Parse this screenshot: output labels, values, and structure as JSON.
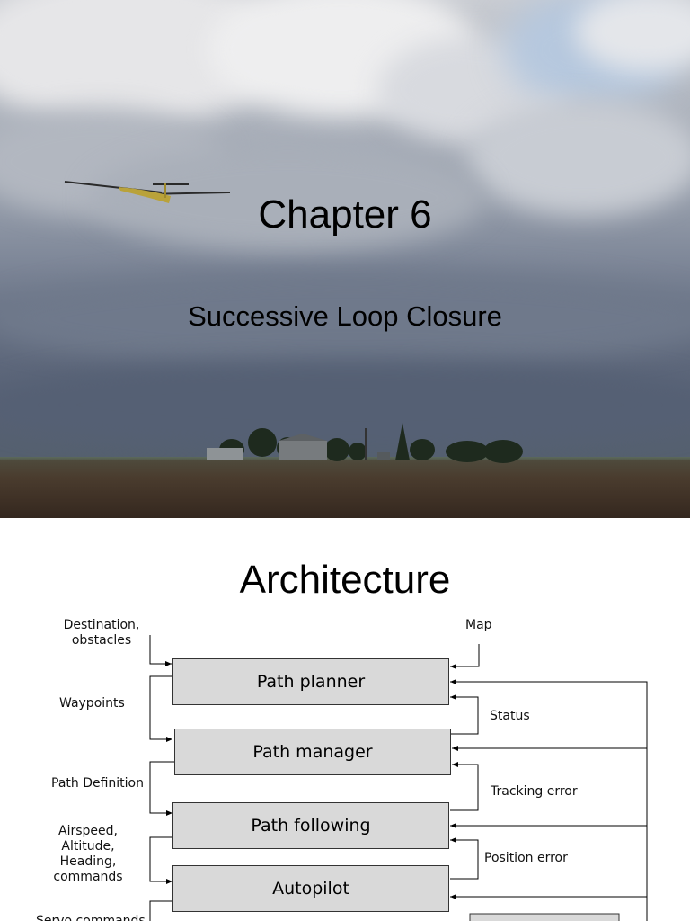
{
  "slide1": {
    "title": "Chapter 6",
    "subtitle": "Successive Loop Closure"
  },
  "slide2": {
    "title": "Architecture",
    "blocks": {
      "path_planner": "Path planner",
      "path_manager": "Path manager",
      "path_following": "Path following",
      "autopilot": "Autopilot"
    },
    "inputs": {
      "destination": [
        "Destination,",
        "obstacles"
      ],
      "map": "Map"
    },
    "left_signals": {
      "waypoints": "Waypoints",
      "path_definition": "Path Definition",
      "commands": [
        "Airspeed,",
        "Altitude,",
        "Heading,",
        "commands"
      ],
      "cut_off": "Servo commands"
    },
    "right_signals": {
      "status": "Status",
      "tracking_error": "Tracking error",
      "position_error": "Position error"
    },
    "colors": {
      "block_fill": "#d9d9d9",
      "line": "#000000"
    }
  }
}
